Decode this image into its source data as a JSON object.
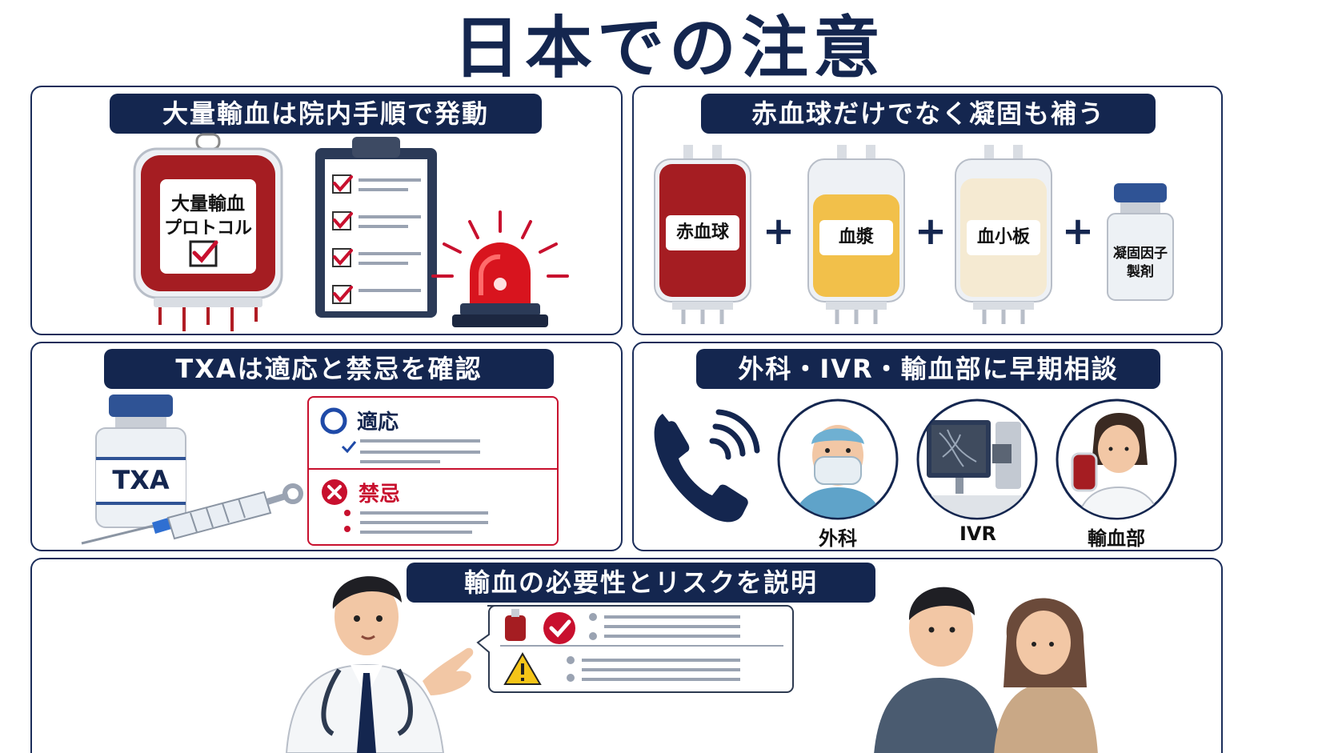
{
  "title": "日本での注意",
  "panels": {
    "protocol": {
      "heading": "大量輸血は院内手順で発動",
      "bag_label_line1": "大量輸血",
      "bag_label_line2": "プロトコル"
    },
    "coagulation": {
      "heading": "赤血球だけでなく凝固も補う",
      "items": [
        "赤血球",
        "血漿",
        "血小板"
      ],
      "vial_line1": "凝固因子",
      "vial_line2": "製剤",
      "plus": "+"
    },
    "txa": {
      "heading": "TXAは適応と禁忌を確認",
      "vial_label": "TXA",
      "indication": "適応",
      "contraindication": "禁忌"
    },
    "consult": {
      "heading": "外科・IVR・輸血部に早期相談",
      "roles": [
        "外科",
        "IVR",
        "輸血部"
      ]
    },
    "explain": {
      "heading": "輸血の必要性とリスクを説明"
    }
  },
  "colors": {
    "navy": "#14264f",
    "red": "#c8102e",
    "blood": "#a51d22",
    "plasma": "#f2c04a",
    "platelet": "#f5ead2"
  }
}
